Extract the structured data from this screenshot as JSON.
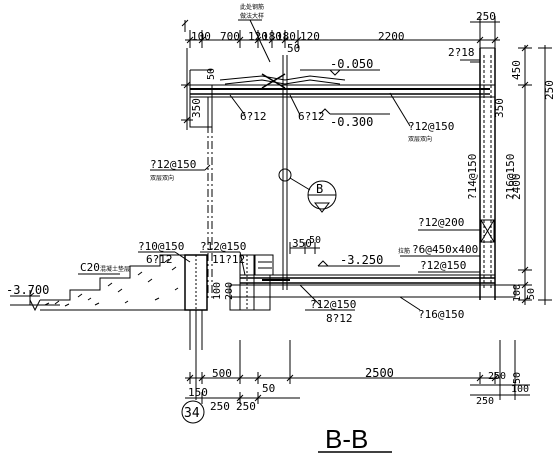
{
  "title": "B-B",
  "section_marker": "B",
  "axis_marker": "34",
  "dims": {
    "top_100": "100",
    "top_700": "700",
    "top_120a": "120",
    "top_180a": "180",
    "top_180b": "180",
    "top_120b": "120",
    "top_50": "50",
    "top_2200": "2200",
    "top_250": "250",
    "right_450": "450",
    "right_350_slab": "350",
    "left_350": "350",
    "right_250": "250",
    "right_2400": "2400",
    "right_100": "100",
    "right_50": "50",
    "mid_350": "350",
    "mid_50": "50",
    "left_100": "100",
    "left_200": "200",
    "bot_150": "150",
    "bot_500": "500",
    "bot_50": "50",
    "bot_2500": "2500",
    "bot_250a": "250",
    "bot_250b": "250",
    "bot_r_250": "250",
    "bot_r_100": "100",
    "bot_r_250b": "250",
    "bot_r_50": "50"
  },
  "levels": {
    "top": "-0.050",
    "slab_bottom": "-0.300",
    "floor": "-3.250",
    "ground": "-3.700"
  },
  "rebar": {
    "r_2218": "2?18",
    "r_612a": "6?12",
    "r_612b": "6?12",
    "r_12_150_slab": "?12@150",
    "r_12_150_wall": "?12@150",
    "r_14_150": "?14@150",
    "r_16_150_wall": "?16@150",
    "r_12_200": "?12@200",
    "r_6_450x400": "?6@450x400",
    "r_12_150_floor": "?12@150",
    "r_10_150": "?10@150",
    "r_612c": "6?12",
    "r_12_150_left": "?12@150",
    "r_1112": "11?12",
    "r_12_150_bottom": "?12@150",
    "r_812": "8?12",
    "r_16_150_bottom": "?16@150",
    "c20": "C20"
  },
  "notes": {
    "two_way_slab": "双层双向",
    "two_way_wall": "双层双向",
    "lashing": "拉筋",
    "concrete": "混凝土垫层",
    "note_top1": "此处钢筋",
    "note_top2": "做法大样"
  }
}
